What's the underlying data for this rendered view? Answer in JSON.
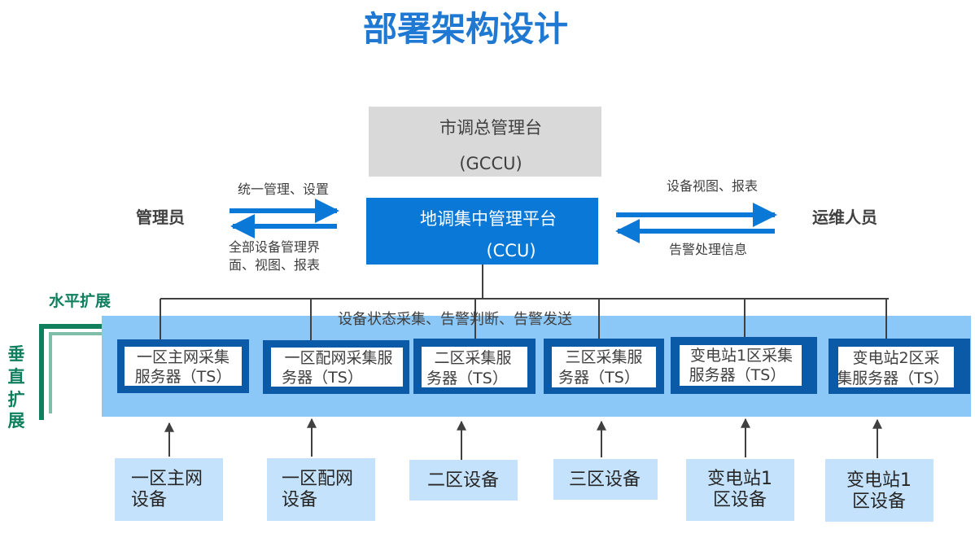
{
  "title": "部署架构设计",
  "gccu": {
    "line1": "市调总管理台",
    "line2": "(GCCU)"
  },
  "ccu": {
    "line1": "地调集中管理平台",
    "line2": "(CCU)"
  },
  "admin": {
    "label": "管理员",
    "to_ccu_note": "统一管理、设置",
    "from_ccu_note_1": "全部设备管理界",
    "from_ccu_note_2": "面、视图、报表"
  },
  "ops": {
    "label": "运维人员",
    "from_ccu_note": "设备视图、报表",
    "to_ccu_note": "告警处理信息"
  },
  "bus_note": "设备状态采集、告警判断、告警发送",
  "horizontal_scale": "水平扩展",
  "vertical_scale": [
    "垂",
    "直",
    "扩",
    "展"
  ],
  "ts_servers": [
    {
      "line1": "一区主网采集",
      "line2": "服务器（TS）"
    },
    {
      "line1": "一区配网采集服",
      "line2": "务器（TS）"
    },
    {
      "line1": "二区采集服",
      "line2": "务器（TS）"
    },
    {
      "line1": "三区采集服",
      "line2": "务器（TS）"
    },
    {
      "line1": "变电站1区采集",
      "line2": "服务器（TS）"
    },
    {
      "line1": "变电站2区采",
      "line2": "集服务器（TS）"
    }
  ],
  "devices": [
    {
      "line1": "一区主网",
      "line2": "设备"
    },
    {
      "line1": "一区配网",
      "line2": "设备"
    },
    {
      "line1": "二区设备",
      "line2": ""
    },
    {
      "line1": "三区设备",
      "line2": ""
    },
    {
      "line1": "变电站1",
      "line2": "区设备"
    },
    {
      "line1": "变电站1",
      "line2": "区设备"
    }
  ],
  "colors": {
    "title": "#1f78d1",
    "gccu_fill": "#d9d9d9",
    "ccu_fill": "#0a78d7",
    "band_fill": "#8cc8f7",
    "ts_border": "#0a5aa8",
    "device_fill": "#c4e2fb",
    "arrow": "#0a78d7",
    "scale_green": "#0f7f5e"
  }
}
